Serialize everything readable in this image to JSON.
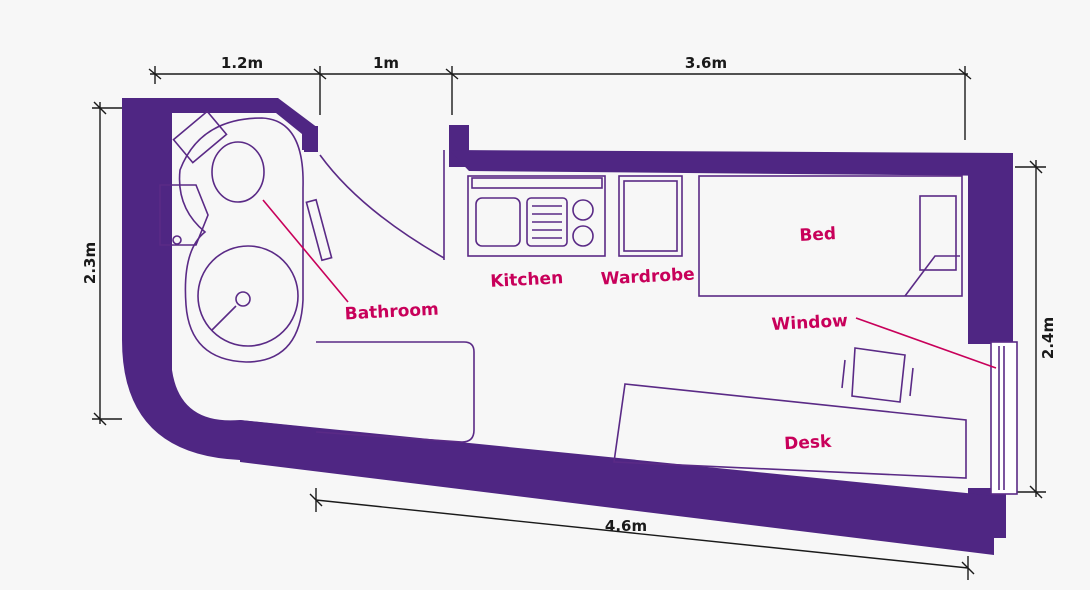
{
  "dimensions": {
    "top_left": "1.2m",
    "top_middle": "1m",
    "top_right": "3.6m",
    "left": "2.3m",
    "right": "2.4m",
    "bottom": "4.6m"
  },
  "rooms": {
    "bathroom": "Bathroom",
    "kitchen": "Kitchen",
    "wardrobe": "Wardrobe",
    "bed": "Bed",
    "window": "Window",
    "desk": "Desk"
  },
  "colors": {
    "wall": "#4f2683",
    "label": "#c8005a",
    "dimension": "#1a1a1a",
    "background": "#f7f7f7"
  }
}
